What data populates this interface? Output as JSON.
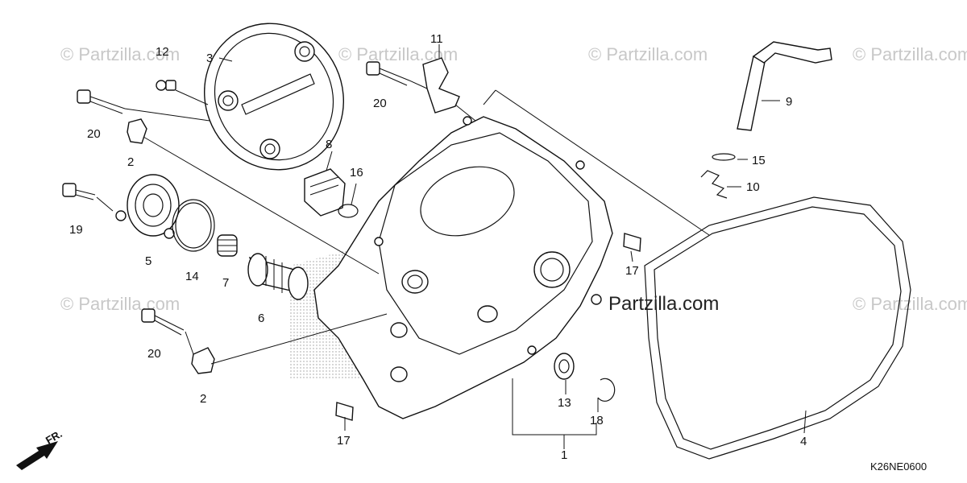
{
  "watermark": {
    "repeat_text": "© Partzilla.com",
    "main_text": "Partzilla.com"
  },
  "diagram_code": "K26NE0600",
  "direction_label": "FR.",
  "callouts": {
    "c1": "1",
    "c2a": "2",
    "c2b": "2",
    "c3": "3",
    "c4": "4",
    "c5": "5",
    "c6": "6",
    "c7": "7",
    "c8": "8",
    "c9": "9",
    "c10": "10",
    "c11": "11",
    "c12": "12",
    "c13": "13",
    "c14": "14",
    "c15": "15",
    "c16": "16",
    "c17a": "17",
    "c17b": "17",
    "c18": "18",
    "c19": "19",
    "c20a": "20",
    "c20b": "20",
    "c20c": "20"
  }
}
